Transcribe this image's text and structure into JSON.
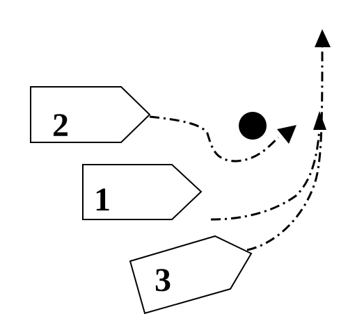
{
  "diagram": {
    "background": "#ffffff",
    "stroke_color": "#000000",
    "ships": [
      {
        "id": "ship-2",
        "label": "2"
      },
      {
        "id": "ship-1",
        "label": "1"
      },
      {
        "id": "ship-3",
        "label": "3"
      }
    ],
    "line_style": "dash-dot",
    "markers": {
      "obstacle": "filled-circle",
      "arrowheads": "filled-triangle"
    }
  }
}
